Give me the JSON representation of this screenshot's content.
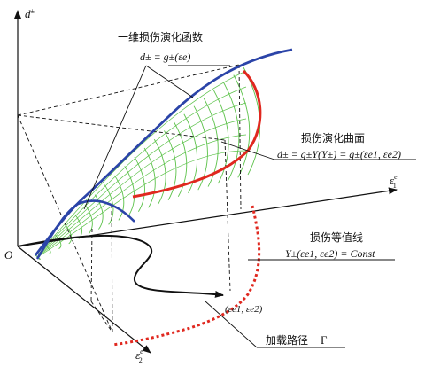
{
  "labels": {
    "axis_d": "d",
    "axis_d_sup": "±",
    "origin": "O",
    "axis_e1": "ε",
    "axis_e1_sup": "e",
    "axis_e1_sub": "1",
    "axis_e2": "ε",
    "axis_e2_sup": "e",
    "axis_e2_sub": "2"
  },
  "annotations": {
    "one_dim_title": "一维损伤演化函数",
    "one_dim_formula": "d± = g±(εe)",
    "surface_title": "损伤演化曲面",
    "surface_formula": "d± = g±Y(Y±) = g±(εe1, εe2)",
    "contour_title": "损伤等值线",
    "contour_formula": "Y±(εe1, εe2) = Const",
    "point_label": "(εe1, εe2)",
    "path_title": "加载路径",
    "path_symbol": "Γ"
  },
  "colors": {
    "blue_curve": "#2b44a8",
    "red_curve": "#e0281f",
    "green_mesh": "#5cc24a",
    "axis": "#111111"
  }
}
